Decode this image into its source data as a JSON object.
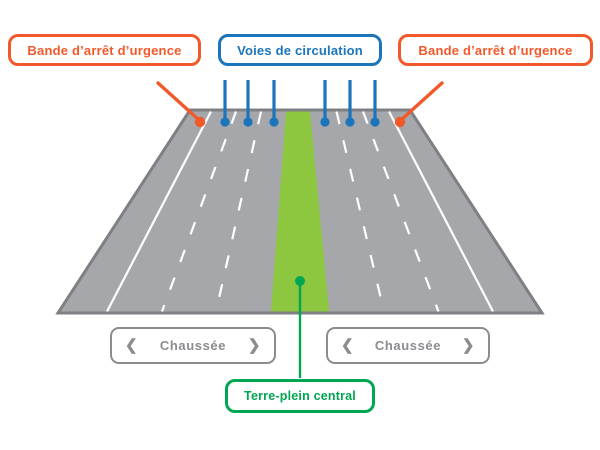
{
  "colors": {
    "orange": "#F1592A",
    "blue": "#1B75BC",
    "green-light": "#8DC63F",
    "green-dark": "#00A651",
    "road-gray": "#A5A7AA",
    "road-border": "#7E8083",
    "ui-gray": "#8A8C8F",
    "marking-white": "#FFFFFF",
    "background": "#FFFFFF"
  },
  "labels": {
    "bau_left": "Bande d’arrêt d’urgence",
    "voies": "Voies de circulation",
    "bau_right": "Bande d’arrêt d’urgence",
    "chaussee_left": "Chaussée",
    "chaussee_right": "Chaussée",
    "terre_plein": "Terre-plein central"
  },
  "icons": {
    "chevron_left": "❮",
    "chevron_right": "❯"
  },
  "diagram": {
    "carriageways": 2,
    "lanes_per_carriageway": 3,
    "lane_pointers": 6,
    "emergency_band_pointers": 2
  }
}
